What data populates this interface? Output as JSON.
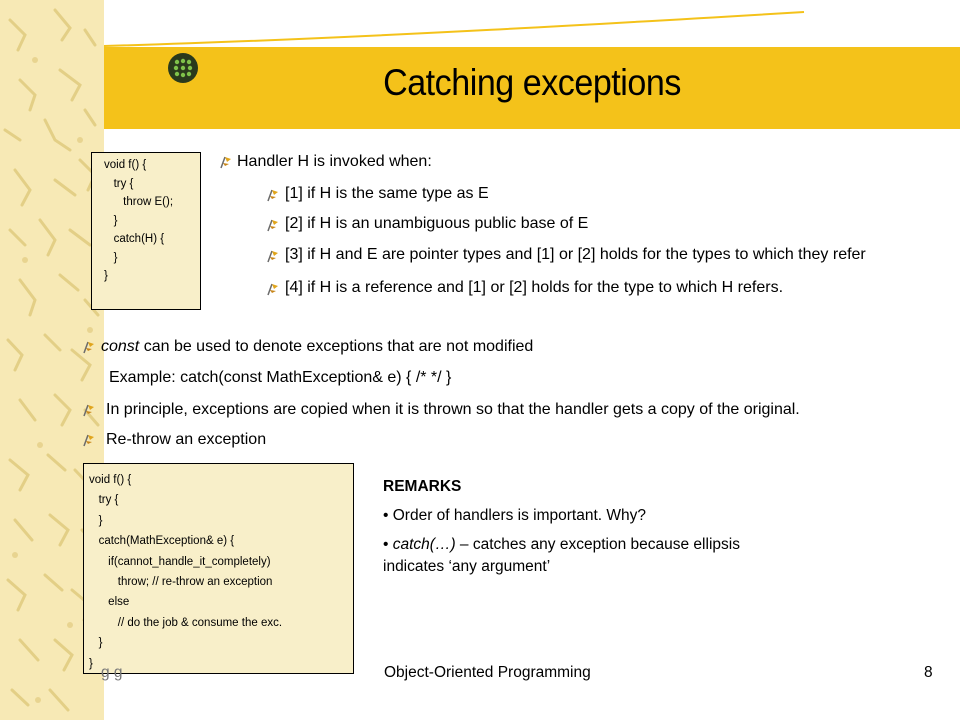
{
  "slide": {
    "title": "Catching exceptions",
    "page_number": "8",
    "footer_center": "Object-Oriented Programming",
    "footer_left": "g        g"
  },
  "code_box_1": [
    "void f() {",
    "   try {",
    "      throw E();",
    "   }",
    "   catch(H) {",
    "   }",
    "}"
  ],
  "bullets_top": {
    "main": "Handler H is invoked when:",
    "sub": [
      "[1] if H is the same type as E",
      "[2] if H is an unambiguous public base of E",
      "[3] if H and E are pointer types and [1] or [2] holds for the types to which they refer",
      "[4] if H is a reference and [1] or [2] holds for the type to which H refers."
    ]
  },
  "bullets_middle": {
    "const_word": "const",
    "const_rest": " can be used to denote exceptions that are not modified",
    "example": "Example: catch(const MathException& e) { /* */ }",
    "copied": "In principle, exceptions are copied when it is thrown so that the handler gets a copy of the original.",
    "rethrow": "Re-throw an exception"
  },
  "code_box_2": [
    "void f() {",
    "   try {",
    "   }",
    "   catch(MathException& e) {",
    "      if(cannot_handle_it_completely)",
    "         throw; // re-throw an exception",
    "      else",
    "         // do the job & consume the exc.",
    "   }",
    "}"
  ],
  "remarks": {
    "heading": "REMARKS",
    "item1": "• Order of handlers is important. Why?",
    "item2_prefix": "• ",
    "item2_italic": "catch(…)",
    "item2_rest": " – catches any exception because ellipsis indicates ‘any argument’"
  },
  "colors": {
    "title_band": "#f4c21a",
    "left_strip": "#f7e9b5",
    "code_box_bg": "#f8efc9"
  },
  "icons": {
    "bullet": "flag-bullet-icon",
    "orb": "globe-orb-icon"
  }
}
